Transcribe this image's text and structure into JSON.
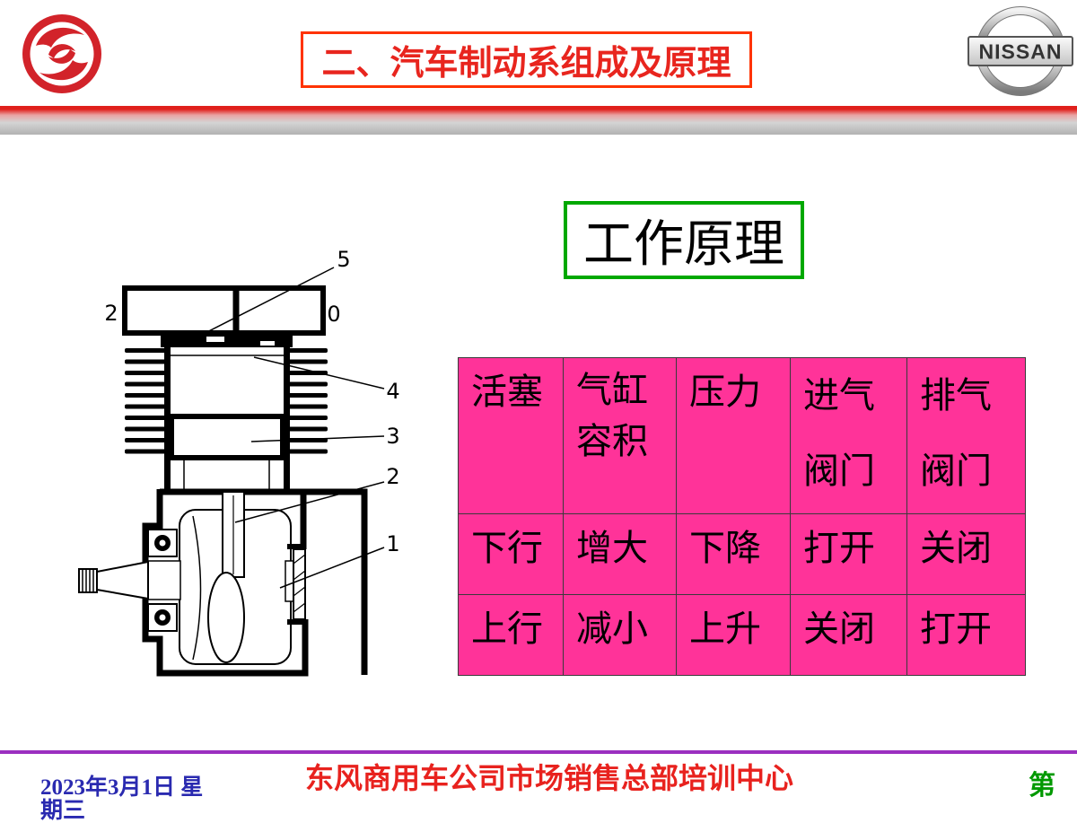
{
  "slide": {
    "title": "二、汽车制动系组成及原理",
    "section_heading": "工作原理"
  },
  "logos": {
    "left_icon": "dongfeng-logo-icon",
    "right_icon": "nissan-logo-icon",
    "right_text": "NISSAN"
  },
  "diagram": {
    "labels": [
      "5",
      "2",
      "0",
      "4",
      "3",
      "2",
      "1"
    ]
  },
  "table": {
    "rows": [
      [
        [
          "活塞"
        ],
        [
          "气缸",
          "容积"
        ],
        [
          "压力"
        ],
        [
          "进气",
          "阀门"
        ],
        [
          "排气",
          "阀门"
        ]
      ],
      [
        [
          "下行"
        ],
        [
          "增大"
        ],
        [
          "下降"
        ],
        [
          "打开"
        ],
        [
          "关闭"
        ]
      ],
      [
        [
          "上行"
        ],
        [
          "减小"
        ],
        [
          "上升"
        ],
        [
          "关闭"
        ],
        [
          "打开"
        ]
      ]
    ]
  },
  "footer": {
    "date": "2023年3月1日 星期三",
    "organization": "东风商用车公司市场销售总部培训中心",
    "page_prefix": "第"
  },
  "colors": {
    "title_text": "#E8251E",
    "title_border": "#FF3300",
    "heading_border": "#00A800",
    "table_background": "#FF3399",
    "footer_rule": "#9B30C0",
    "footer_date": "#2A2AB0",
    "footer_org": "#E8221E",
    "footer_page": "#009900",
    "logo_red": "#D2232A"
  }
}
